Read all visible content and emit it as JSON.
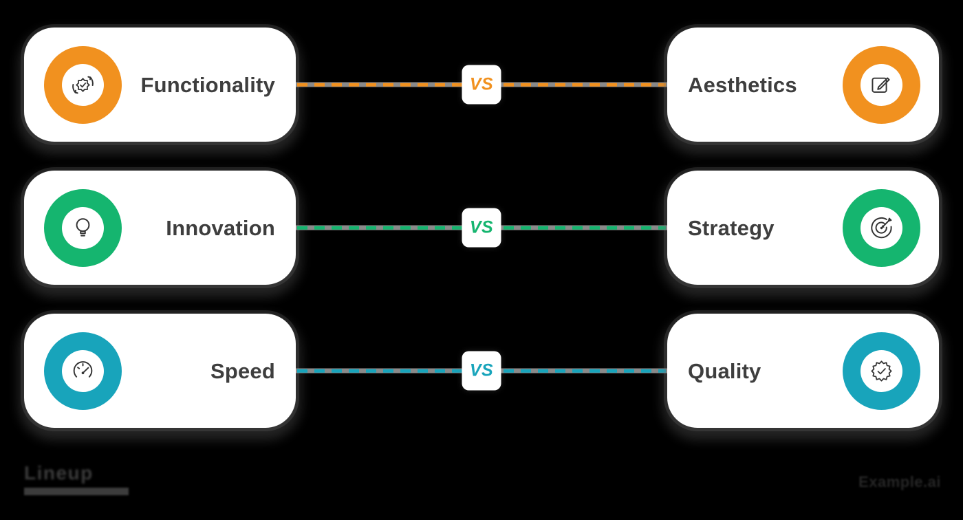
{
  "title": "Versus comparison diagram",
  "colors": {
    "background": "#000000",
    "card": "#ffffff",
    "line_base": "#8a8a8a",
    "label_text": "#3e3e3e",
    "icon_stroke": "#333333",
    "orange_accent": "#F1911F",
    "green_accent": "#15B56F",
    "teal_accent": "#18A4BB"
  },
  "rows": [
    {
      "accent": "#F1911F",
      "vs_label": "VS",
      "left": {
        "label": "Functionality",
        "icon": "process-check-icon"
      },
      "right": {
        "label": "Aesthetics",
        "icon": "edit-design-icon"
      }
    },
    {
      "accent": "#15B56F",
      "vs_label": "VS",
      "left": {
        "label": "Innovation",
        "icon": "lightbulb-icon"
      },
      "right": {
        "label": "Strategy",
        "icon": "target-arrow-icon"
      }
    },
    {
      "accent": "#18A4BB",
      "vs_label": "VS",
      "left": {
        "label": "Speed",
        "icon": "speedometer-icon"
      },
      "right": {
        "label": "Quality",
        "icon": "quality-badge-icon"
      }
    }
  ],
  "footer": {
    "logo_text": "Lineup",
    "watermark": "Example.ai"
  }
}
